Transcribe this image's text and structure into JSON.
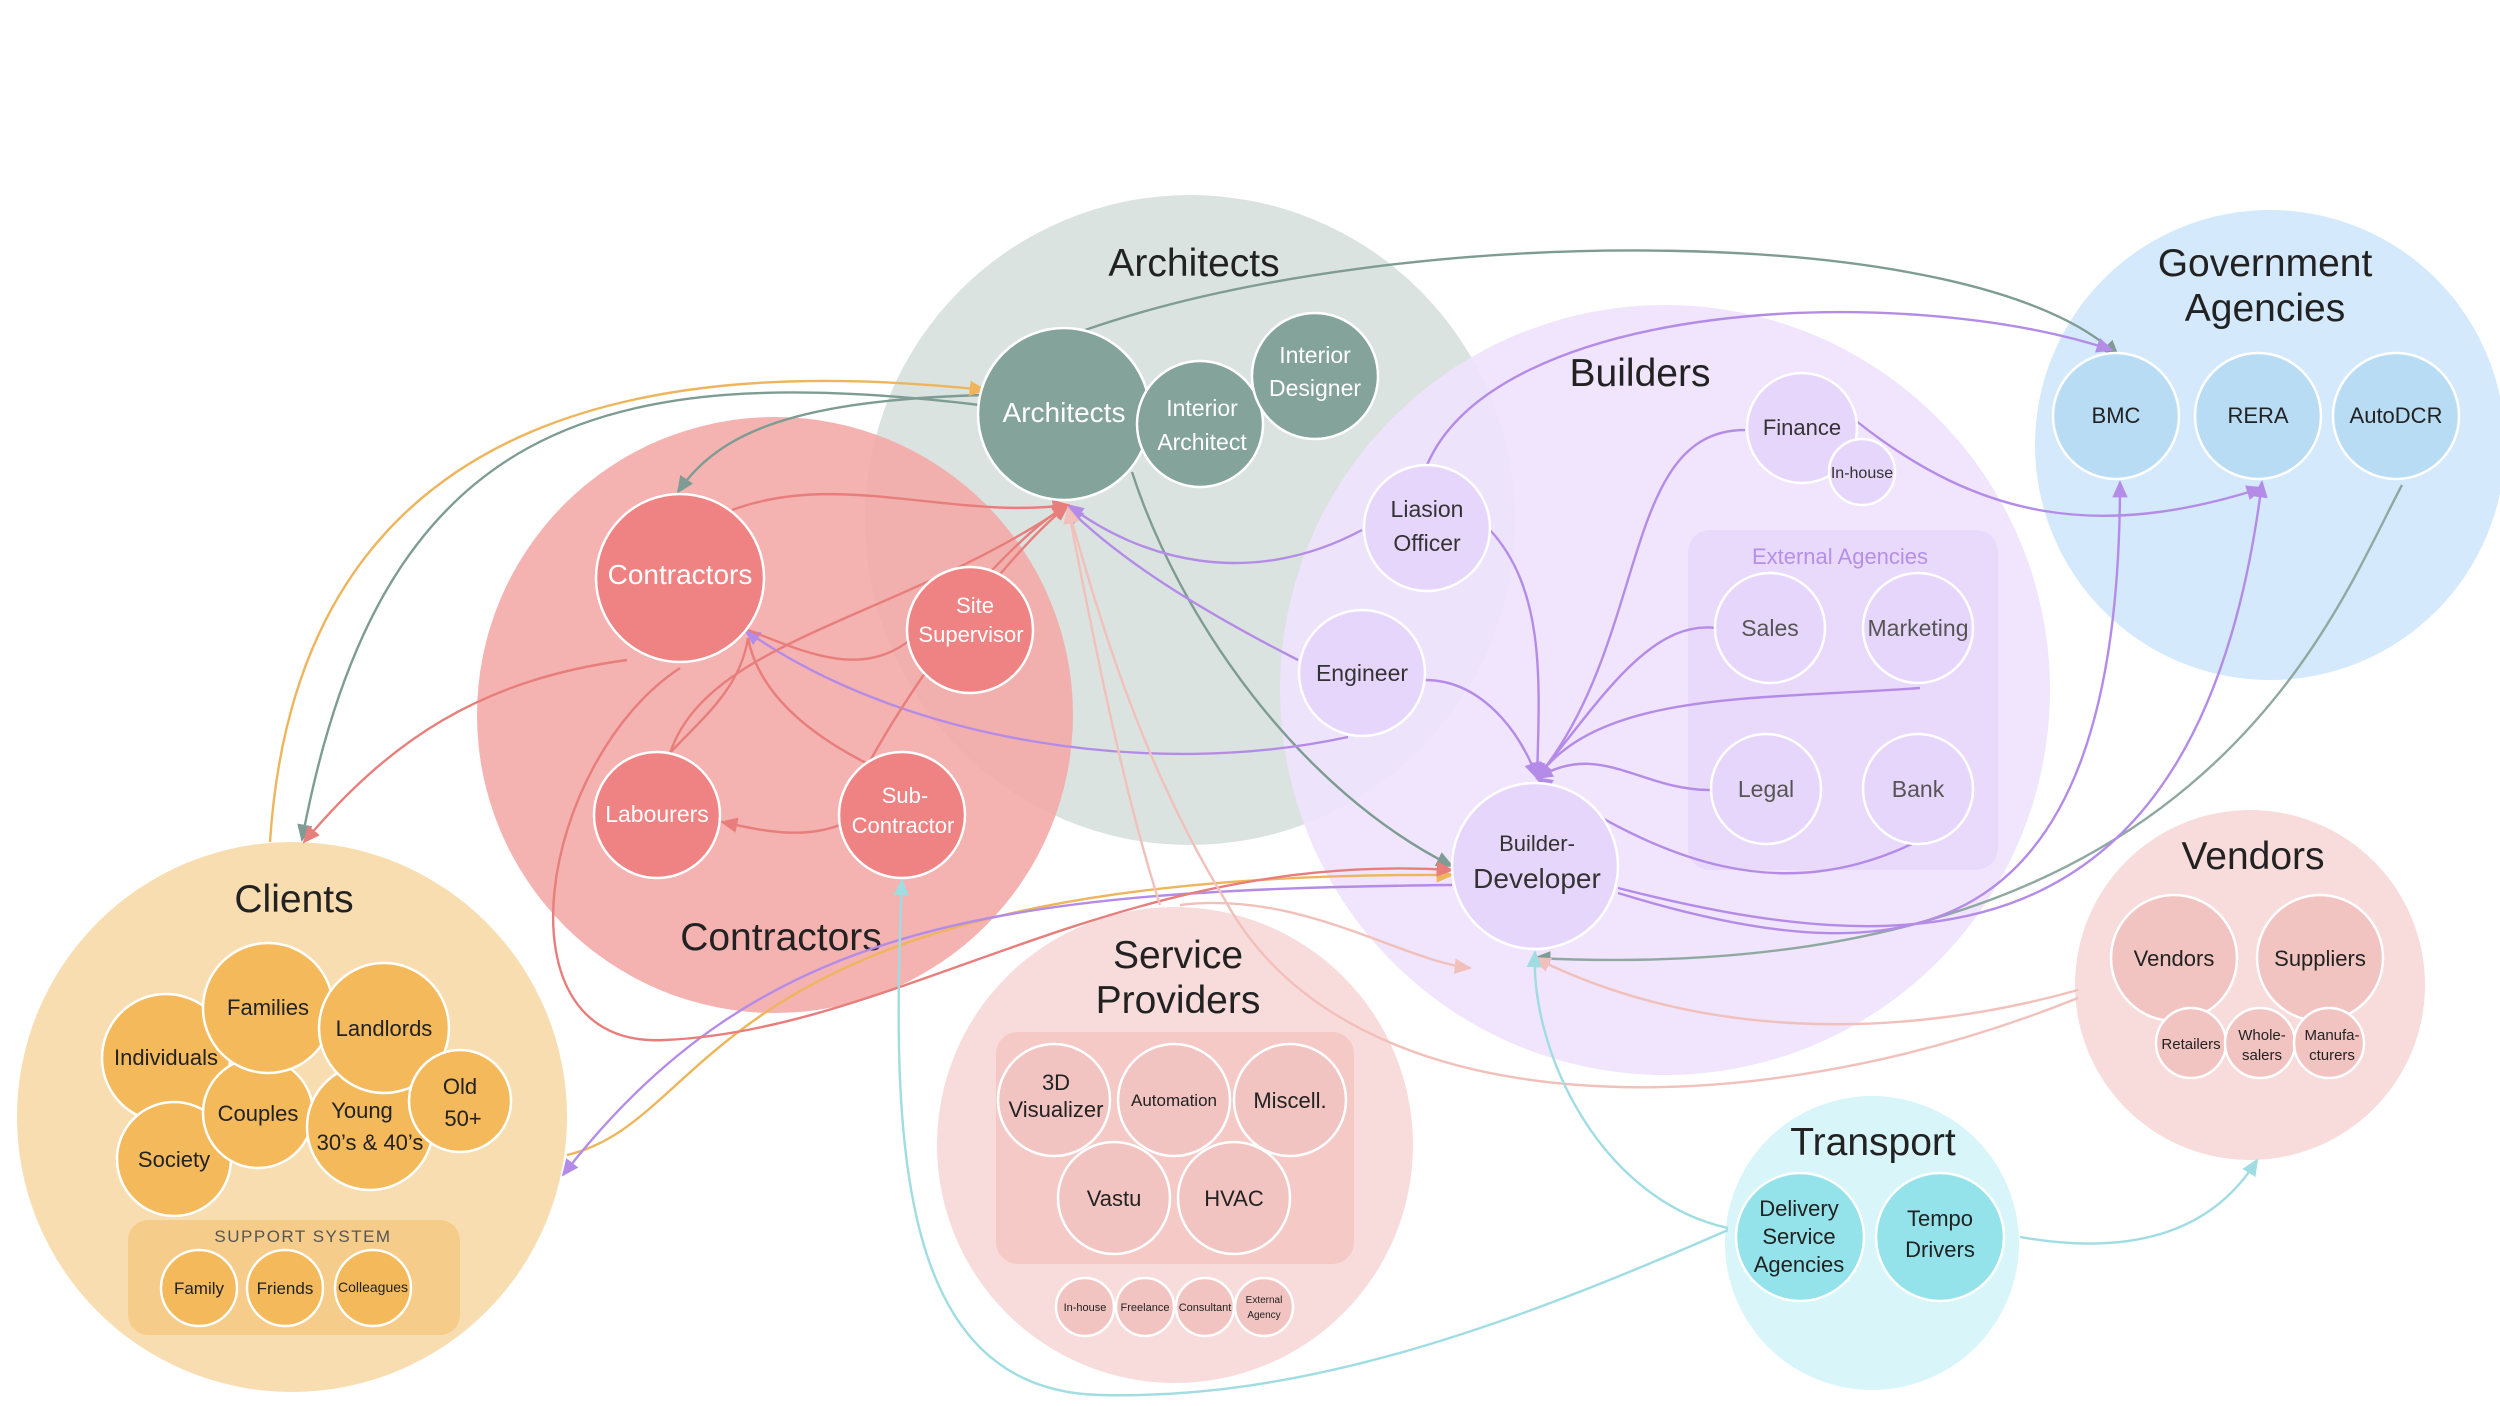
{
  "clusters": {
    "architects": {
      "title": "Architects",
      "color": "#dbe3e0",
      "nodes": {
        "architects": "Architects",
        "interior_architect": [
          "Interior",
          "Architect"
        ],
        "interior_designer": [
          "Interior",
          "Designer"
        ]
      }
    },
    "contractors": {
      "title": "Contractors",
      "color": "#f3aaa8",
      "nodes": {
        "contractors": "Contractors",
        "site_supervisor": [
          "Site",
          "Supervisor"
        ],
        "labourers": "Labourers",
        "sub_contractor": [
          "Sub-",
          "Contractor"
        ]
      }
    },
    "builders": {
      "title": "Builders",
      "color": "#efe3fd",
      "nodes": {
        "liasion_officer": [
          "Liasion",
          "Officer"
        ],
        "engineer": "Engineer",
        "builder_developer": [
          "Builder-",
          "Developer"
        ],
        "finance": "Finance",
        "in_house": "In-house"
      },
      "external_agencies": {
        "label": "External Agencies",
        "items": [
          "Sales",
          "Marketing",
          "Legal",
          "Bank"
        ]
      }
    },
    "government": {
      "title": [
        "Government",
        "Agencies"
      ],
      "color": "#d4e9fb",
      "nodes": [
        "BMC",
        "RERA",
        "AutoDCR"
      ]
    },
    "clients": {
      "title": "Clients",
      "color": "#f8ddb0",
      "nodes": {
        "families": "Families",
        "individuals": "Individuals",
        "landlords": "Landlords",
        "couples": "Couples",
        "young": [
          "Young",
          "30’s & 40’s"
        ],
        "old": [
          "Old",
          "50+"
        ],
        "society": "Society"
      },
      "support_system": {
        "label": "SUPPORT SYSTEM",
        "items": [
          "Family",
          "Friends",
          "Colleagues"
        ]
      }
    },
    "service_providers": {
      "title": [
        "Service",
        "Providers"
      ],
      "color": "#f8dcdb",
      "nodes": {
        "visualizer": [
          "3D",
          "Visualizer"
        ],
        "automation": "Automation",
        "miscell": "Miscell.",
        "vastu": "Vastu",
        "hvac": "HVAC"
      },
      "types": [
        "In-house",
        "Freelance",
        "Consultant",
        [
          "External",
          "Agency"
        ]
      ]
    },
    "vendors": {
      "title": "Vendors",
      "color": "#f8dcdb",
      "nodes": {
        "vendors": "Vendors",
        "suppliers": "Suppliers",
        "retailers": "Retailers",
        "wholesalers": [
          "Whole-",
          "salers"
        ],
        "manufacturers": [
          "Manufa-",
          "cturers"
        ]
      }
    },
    "transport": {
      "title": "Transport",
      "color": "#d8f6fa",
      "nodes": {
        "delivery": [
          "Delivery",
          "Service",
          "Agencies"
        ],
        "tempo": [
          "Tempo",
          "Drivers"
        ]
      }
    }
  },
  "colors": {
    "architect_node": "#84a39a",
    "contractor_node": "#ef8282",
    "builder_node": "#e7d6fb",
    "gov_node": "#b9dcf5",
    "client_node": "#f3b95b",
    "service_node": "#f2c4c1",
    "transport_node": "#95e3ea",
    "arrow_architect": "#7e9c93",
    "arrow_contractor": "#e87e7b",
    "arrow_builder": "#b48ce8",
    "arrow_client": "#eeb55d",
    "arrow_transport": "#9fdde3",
    "arrow_vendor": "#f2c0bb"
  }
}
